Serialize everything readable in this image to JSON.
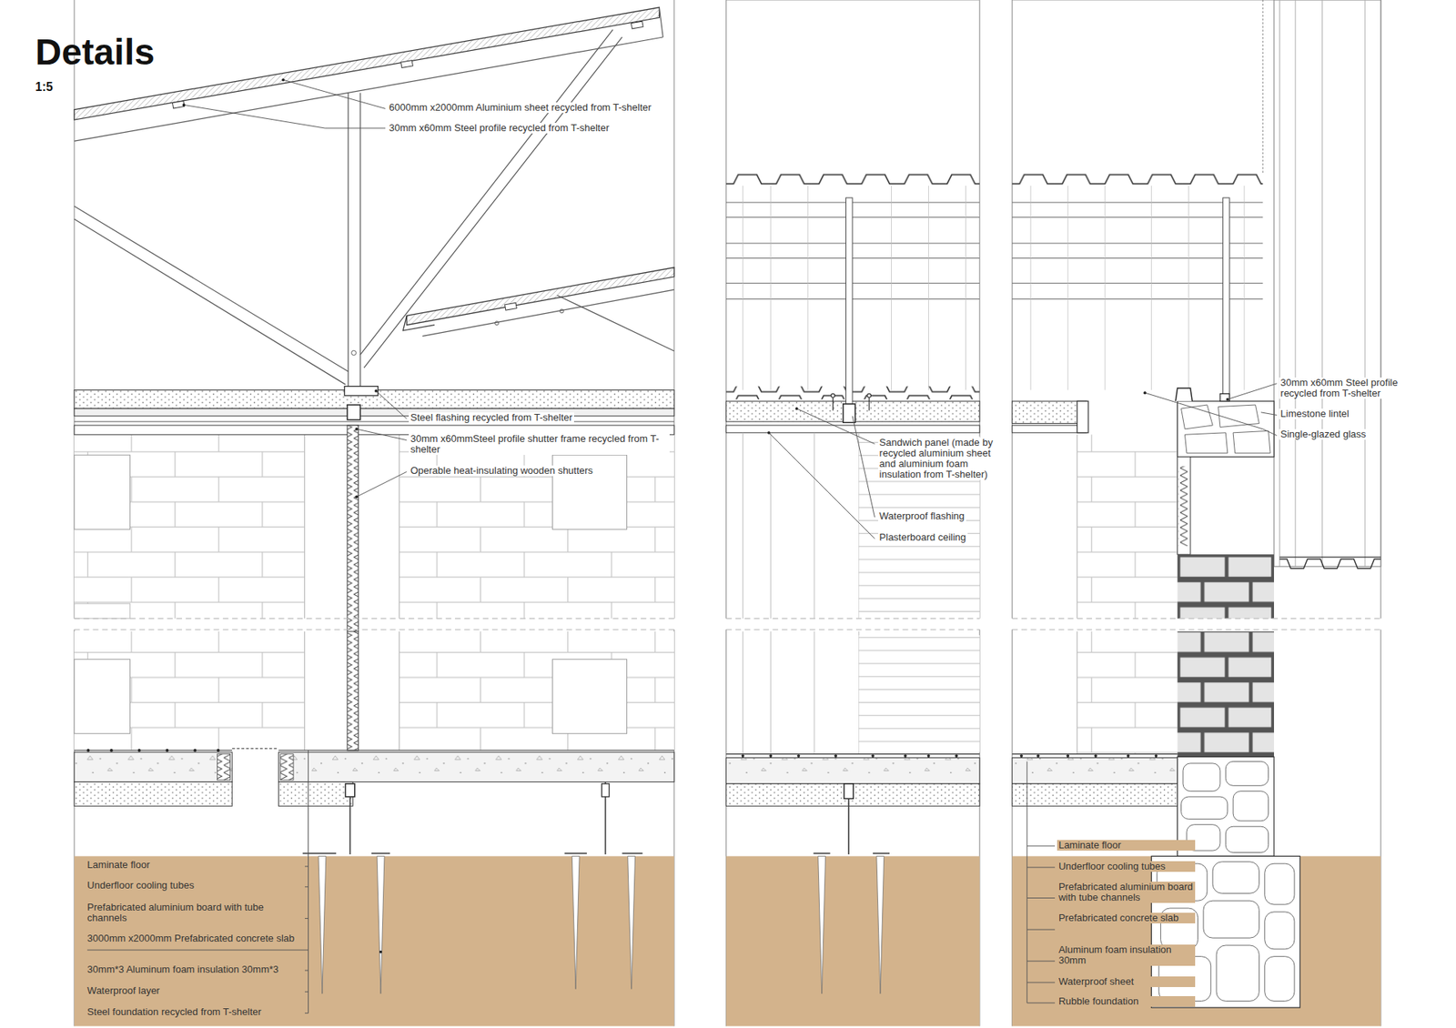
{
  "diagram": {
    "title": "Details",
    "labels": [
      "1:5",
      "6000mm x2000mm Aluminium sheet recycled from T-shelter",
      "30mm x60mm Steel profile recycled from T-shelter",
      "Steel flashing recycled from T-shelter",
      "30mm x60mmSteel profile shutter frame recycled from T-shelter",
      "Operable heat-insulating wooden shutters",
      "Sandwich panel (made by recycled aluminium sheet and aluminium foam insulation from T-shelter)",
      "Waterproof flashing",
      "Plasterboard ceiling",
      "30mm x60mm Steel profile recycled from T-shelter",
      "Limestone lintel",
      "Single-glazed glass",
      "Laminate floor",
      "Underfloor cooling tubes",
      "Prefabricated aluminium board with tube channels",
      "3000mm x2000mm Prefabricated concrete slab",
      "30mm*3 Aluminum foam insulation 30mm*3",
      "Waterproof layer",
      "Steel foundation recycled from T-shelter",
      "Laminate floor",
      "Underfloor cooling tubes",
      "Prefabricated aluminium board with tube channels",
      "Prefabricated concrete slab",
      "Aluminum foam insulation 30mm",
      "Waterproof sheet",
      "Rubble foundation"
    ]
  }
}
